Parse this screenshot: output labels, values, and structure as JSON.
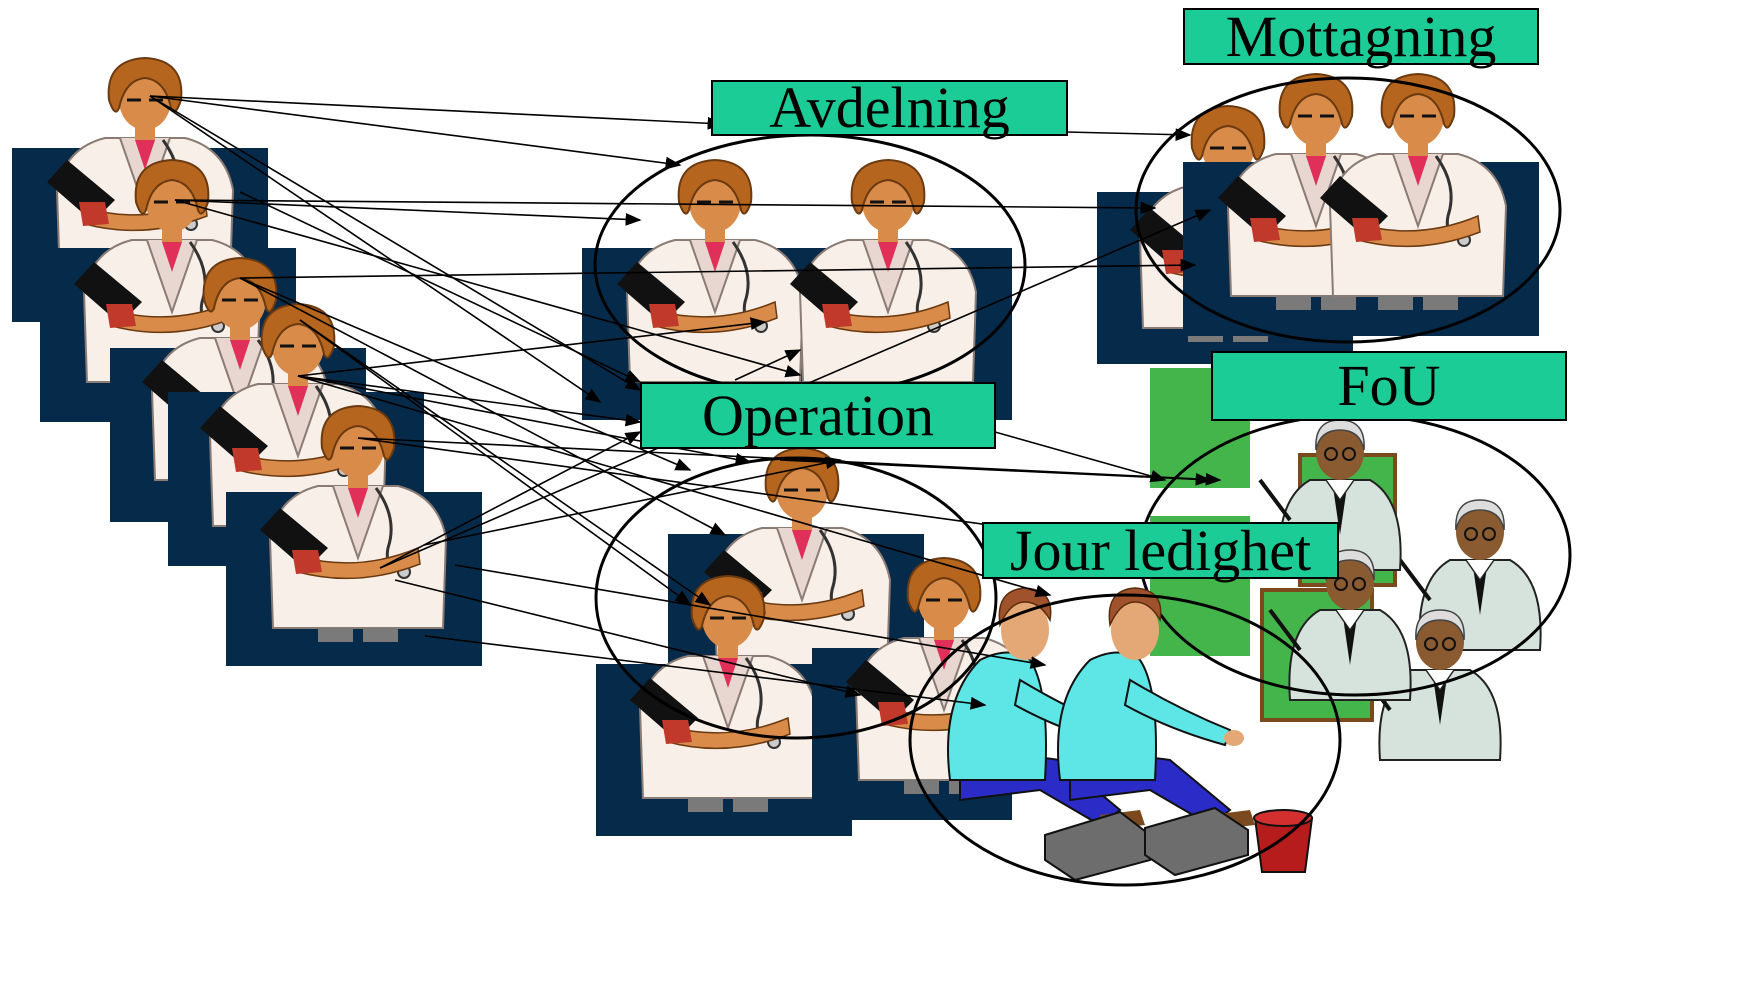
{
  "labels": {
    "avdelning": "Avdelning",
    "mottagning": "Mottagning",
    "operation": "Operation",
    "fou": "FoU",
    "jour": "Jour ledighet"
  },
  "colors": {
    "label_bg": "#1ccc96",
    "panel": "#062b4a",
    "coat": "#f8efe8",
    "hair": "#b5651d",
    "skin": "#d98b4a",
    "green_board": "#43b54a",
    "shirt_cyan": "#5ee6e6",
    "pants_blue": "#2b2bc8"
  },
  "icons": [
    "doctor-figure",
    "teacher-figure",
    "worker-figure",
    "toolbox",
    "bucket"
  ]
}
